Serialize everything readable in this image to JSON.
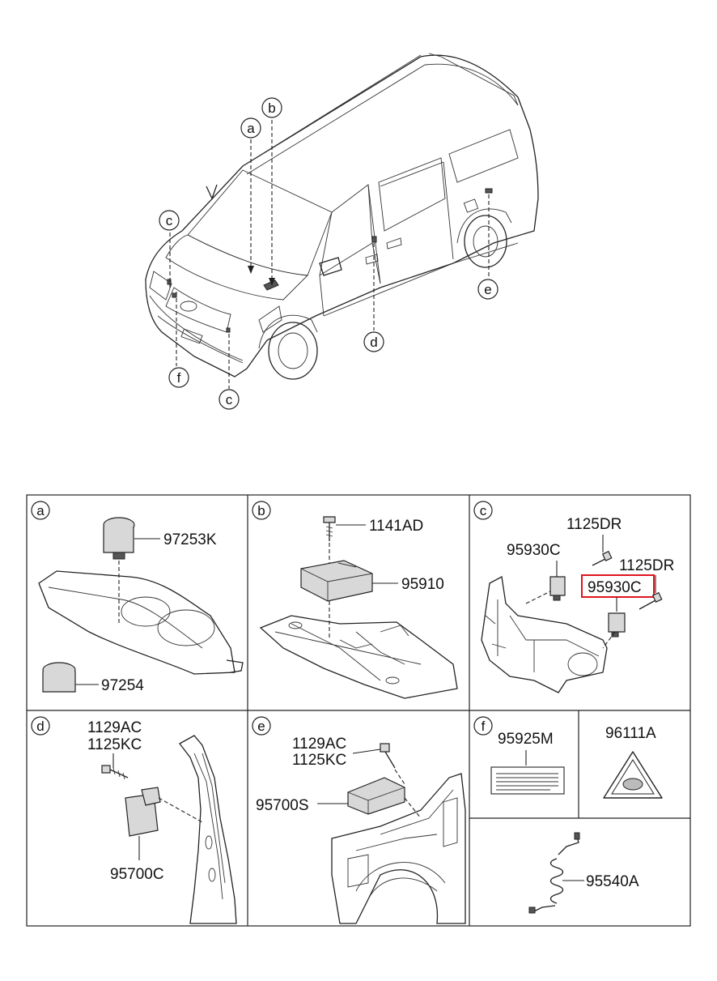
{
  "overview": {
    "callouts": [
      "a",
      "b",
      "c",
      "c",
      "d",
      "e",
      "f"
    ]
  },
  "panels": {
    "a": {
      "letter": "a",
      "parts": [
        "97253K",
        "97254"
      ]
    },
    "b": {
      "letter": "b",
      "parts": [
        "1141AD",
        "95910"
      ]
    },
    "c": {
      "letter": "c",
      "parts": [
        "1125DR",
        "95930C",
        "1125DR",
        "95930C"
      ],
      "highlighted": "95930C"
    },
    "d": {
      "letter": "d",
      "parts": [
        "1129AC",
        "1125KC",
        "95700C"
      ]
    },
    "e": {
      "letter": "e",
      "parts": [
        "1129AC",
        "1125KC",
        "95700S"
      ]
    },
    "f": {
      "letter": "f",
      "parts": [
        "95925M",
        "96111A",
        "95540A"
      ]
    }
  },
  "colors": {
    "highlight": "#e0141e",
    "line": "#222222"
  }
}
